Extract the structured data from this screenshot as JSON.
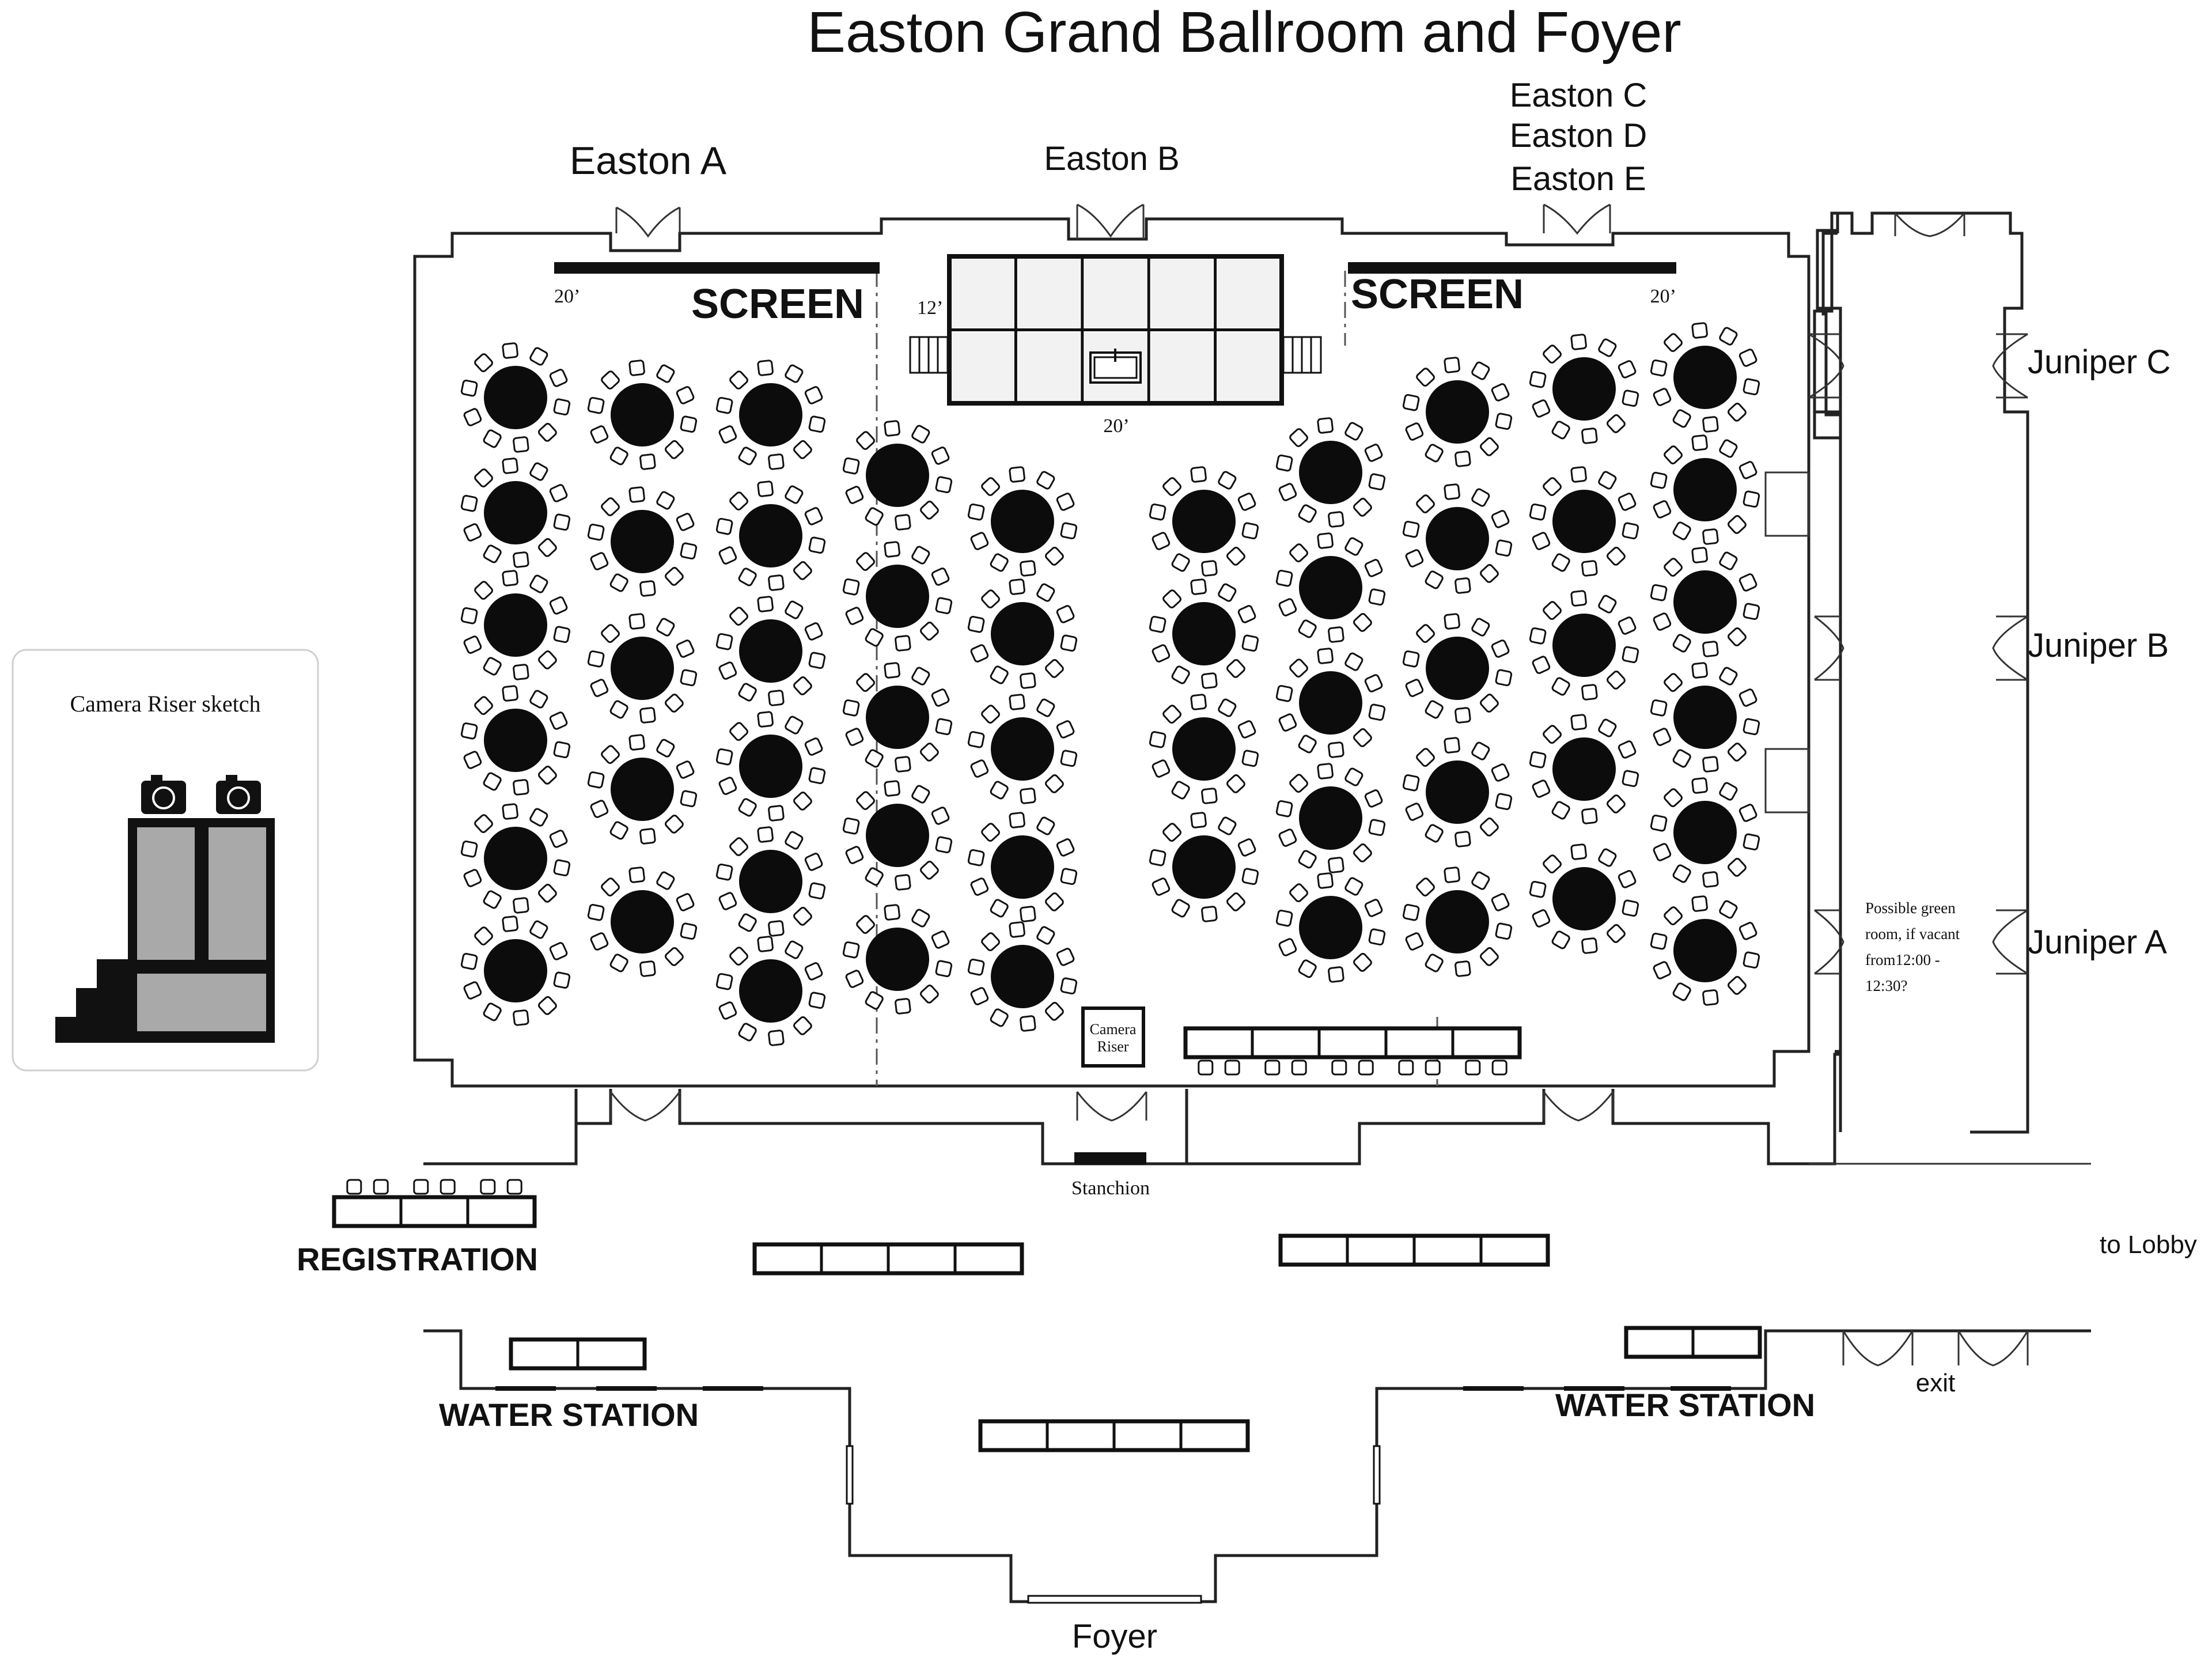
{
  "title": "Easton Grand Ballroom and Foyer",
  "rooms": {
    "easton_a": "Easton A",
    "easton_b": "Easton B",
    "easton_c": "Easton C",
    "easton_d": "Easton D",
    "easton_e": "Easton E",
    "juniper_c": "Juniper C",
    "juniper_b": "Juniper B",
    "juniper_a": "Juniper A",
    "foyer": "Foyer"
  },
  "screens": {
    "left_label": "SCREEN",
    "left_width": "20’",
    "right_label": "SCREEN",
    "right_width": "20’"
  },
  "stage": {
    "depth": "12’",
    "width": "20’"
  },
  "camera_riser": {
    "box_label": "Camera Riser",
    "sketch_title": "Camera Riser sketch"
  },
  "labels": {
    "stanchion": "Stanchion",
    "registration": "REGISTRATION",
    "water_station_left": "WATER STATION",
    "water_station_right": "WATER STATION",
    "to_lobby": "to Lobby",
    "exit": "exit",
    "green_room": [
      "Possible green",
      "room, if vacant",
      "from12:00 -",
      "12:30?"
    ]
  },
  "colors": {
    "ink": "#111111",
    "riser_fill": "#a9a9a9",
    "wall": "#222222"
  }
}
